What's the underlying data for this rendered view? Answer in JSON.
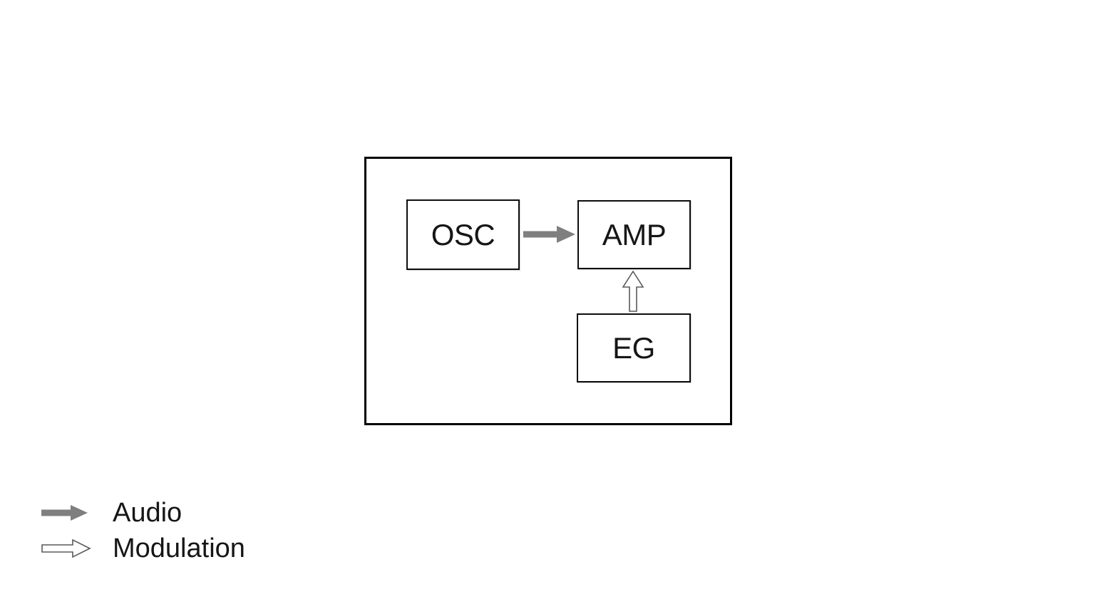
{
  "diagram": {
    "nodes": [
      {
        "id": "osc",
        "label": "OSC"
      },
      {
        "id": "amp",
        "label": "AMP"
      },
      {
        "id": "eg",
        "label": "EG"
      }
    ],
    "connections": [
      {
        "from": "OSC",
        "to": "AMP",
        "type": "audio",
        "arrow": "filled-gray-right-arrow"
      },
      {
        "from": "EG",
        "to": "AMP",
        "type": "modulation",
        "arrow": "outlined-white-up-arrow"
      }
    ]
  },
  "legend": {
    "items": [
      {
        "label": "Audio",
        "icon": "filled-gray-right-arrow"
      },
      {
        "label": "Modulation",
        "icon": "outlined-white-right-arrow"
      }
    ]
  },
  "colors": {
    "background": "#ffffff",
    "outer_box_border": "#000000",
    "node_border": "#0d0d0d",
    "text": "#161616",
    "audio_arrow": "#7f7f7f",
    "modulation_arrow_fill": "#ffffff",
    "modulation_arrow_stroke": "#5a5a5a"
  }
}
